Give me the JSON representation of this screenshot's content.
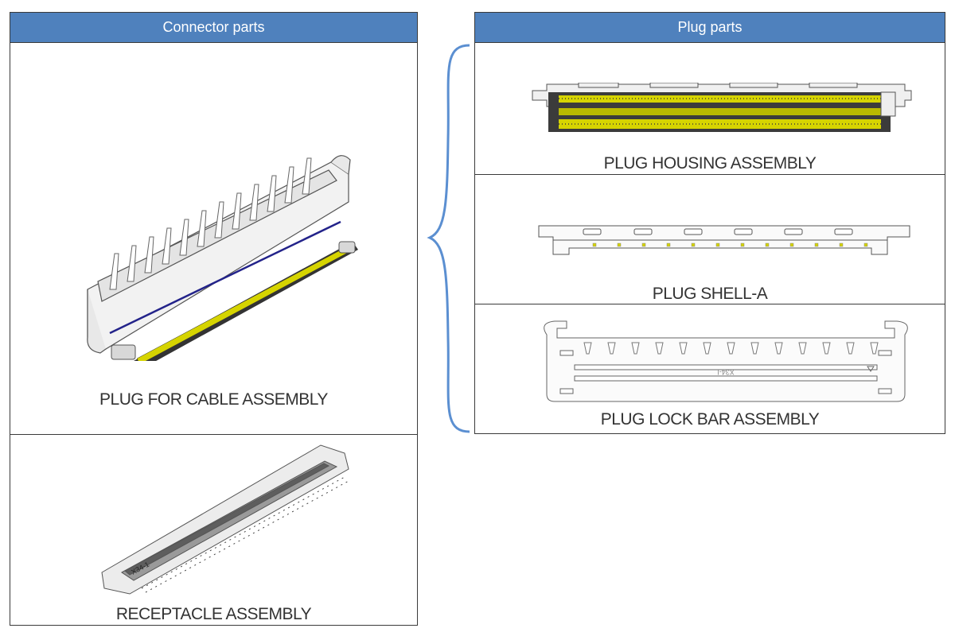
{
  "connector_panel": {
    "header": "Connector parts",
    "items": [
      {
        "label": "PLUG FOR CABLE ASSEMBLY",
        "icon": "plug-for-cable-assembly-drawing"
      },
      {
        "label": "RECEPTACLE ASSEMBLY",
        "icon": "receptacle-assembly-drawing"
      }
    ]
  },
  "plug_panel": {
    "header": "Plug parts",
    "items": [
      {
        "label": "PLUG HOUSING ASSEMBLY",
        "icon": "plug-housing-assembly-drawing"
      },
      {
        "label": "PLUG SHELL-A",
        "icon": "plug-shell-a-drawing"
      },
      {
        "label": "PLUG LOCK BAR ASSEMBLY",
        "icon": "plug-lock-bar-assembly-drawing"
      }
    ]
  },
  "colors": {
    "header_bg": "#4f81bd",
    "brace": "#5b8fd1",
    "contact_yellow": "#d6d400",
    "housing_dark": "#333333"
  },
  "drawing_text": {
    "lock_bar_marking": "X34-I",
    "receptacle_marking": "X34-1"
  }
}
